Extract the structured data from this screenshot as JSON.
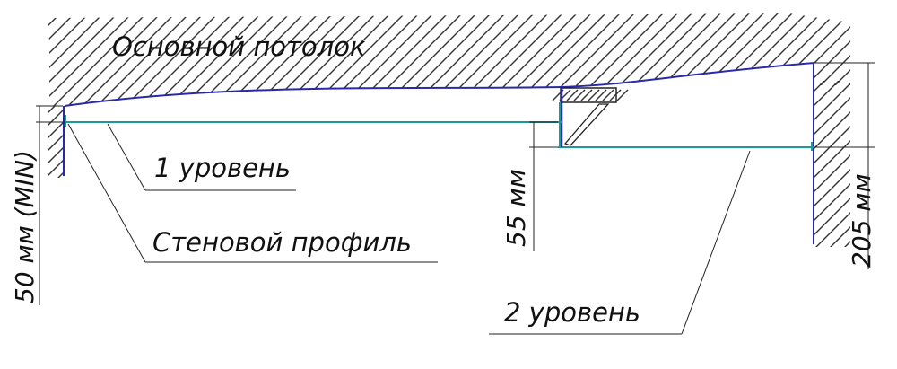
{
  "labels": {
    "ceiling": "Основной потолок",
    "level1": "1 уровень",
    "wall_profile": "Стеновой профиль",
    "level2": "2 уровень"
  },
  "dimensions": {
    "left": "50 мм (MIN)",
    "middle": "55 мм",
    "right": "205 мм"
  },
  "colors": {
    "ceiling_line": "#2a2aa8",
    "level_line": "#1a9a9a",
    "ink": "#222222"
  }
}
